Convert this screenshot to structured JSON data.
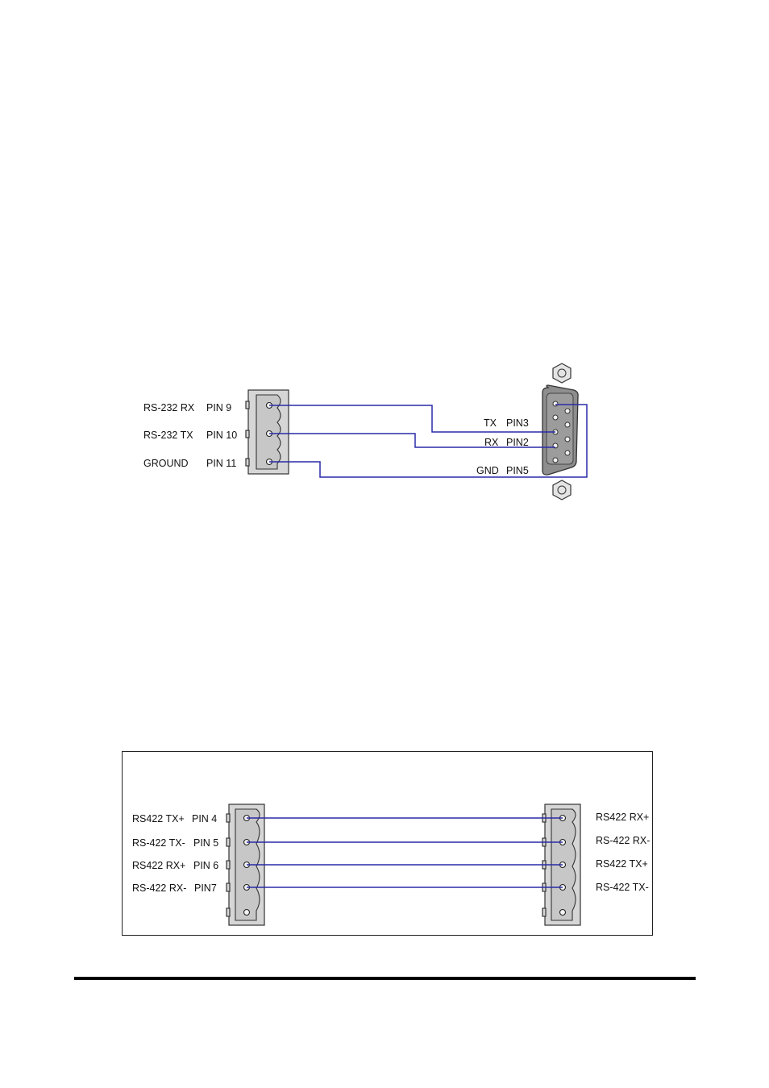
{
  "rs232": {
    "left_labels": [
      {
        "signal": "RS-232 RX",
        "pin": "PIN 9"
      },
      {
        "signal": "RS-232 TX",
        "pin": "PIN 10"
      },
      {
        "signal": "GROUND",
        "pin": "PIN 11"
      }
    ],
    "db9_labels": [
      {
        "signal": "TX",
        "pin": "PIN3"
      },
      {
        "signal": "RX",
        "pin": "PIN2"
      },
      {
        "signal": "GND",
        "pin": "PIN5"
      }
    ]
  },
  "rs422": {
    "left_labels": [
      {
        "signal": "RS422 TX+",
        "pin": "PIN 4"
      },
      {
        "signal": "RS-422 TX-",
        "pin": "PIN 5"
      },
      {
        "signal": "RS422 RX+",
        "pin": "PIN 6"
      },
      {
        "signal": "RS-422 RX-",
        "pin": "PIN7"
      }
    ],
    "right_labels": [
      "RS422 RX+",
      "RS-422 RX-",
      "RS422 TX+",
      "RS-422 TX-"
    ]
  },
  "colors": {
    "wire": "#2a2aa8",
    "connector": "#d6d6d6",
    "db9": "#8e8e8e"
  }
}
